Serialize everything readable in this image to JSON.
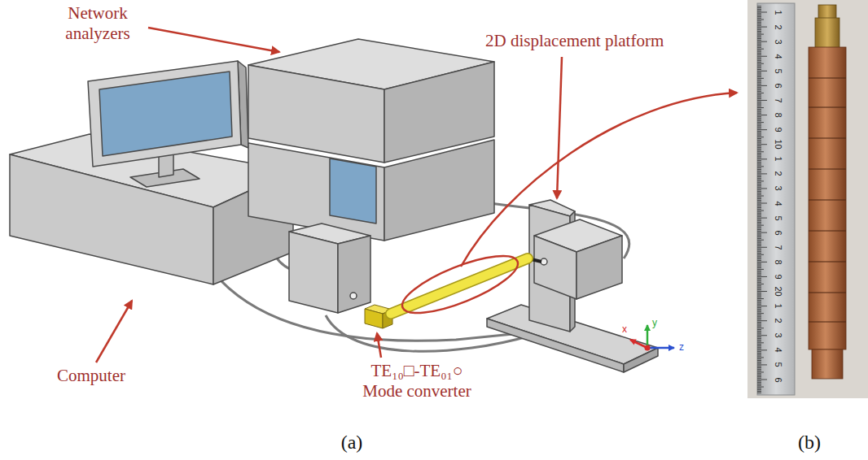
{
  "diagram": {
    "labels": [
      "Network analyzers",
      "2D displacement platform",
      "Computer",
      "TE₁₀□-TE₀₁○ Mode converter",
      "x",
      "y",
      "z",
      "(a)",
      "(b)",
      "1",
      "2",
      "3",
      "4",
      "5",
      "6",
      "7",
      "8",
      "9",
      "10",
      "1",
      "2",
      "3",
      "4",
      "5",
      "6",
      "7",
      "8",
      "9",
      "20",
      "1",
      "2",
      "3",
      "4",
      "5",
      "6"
    ]
  }
}
